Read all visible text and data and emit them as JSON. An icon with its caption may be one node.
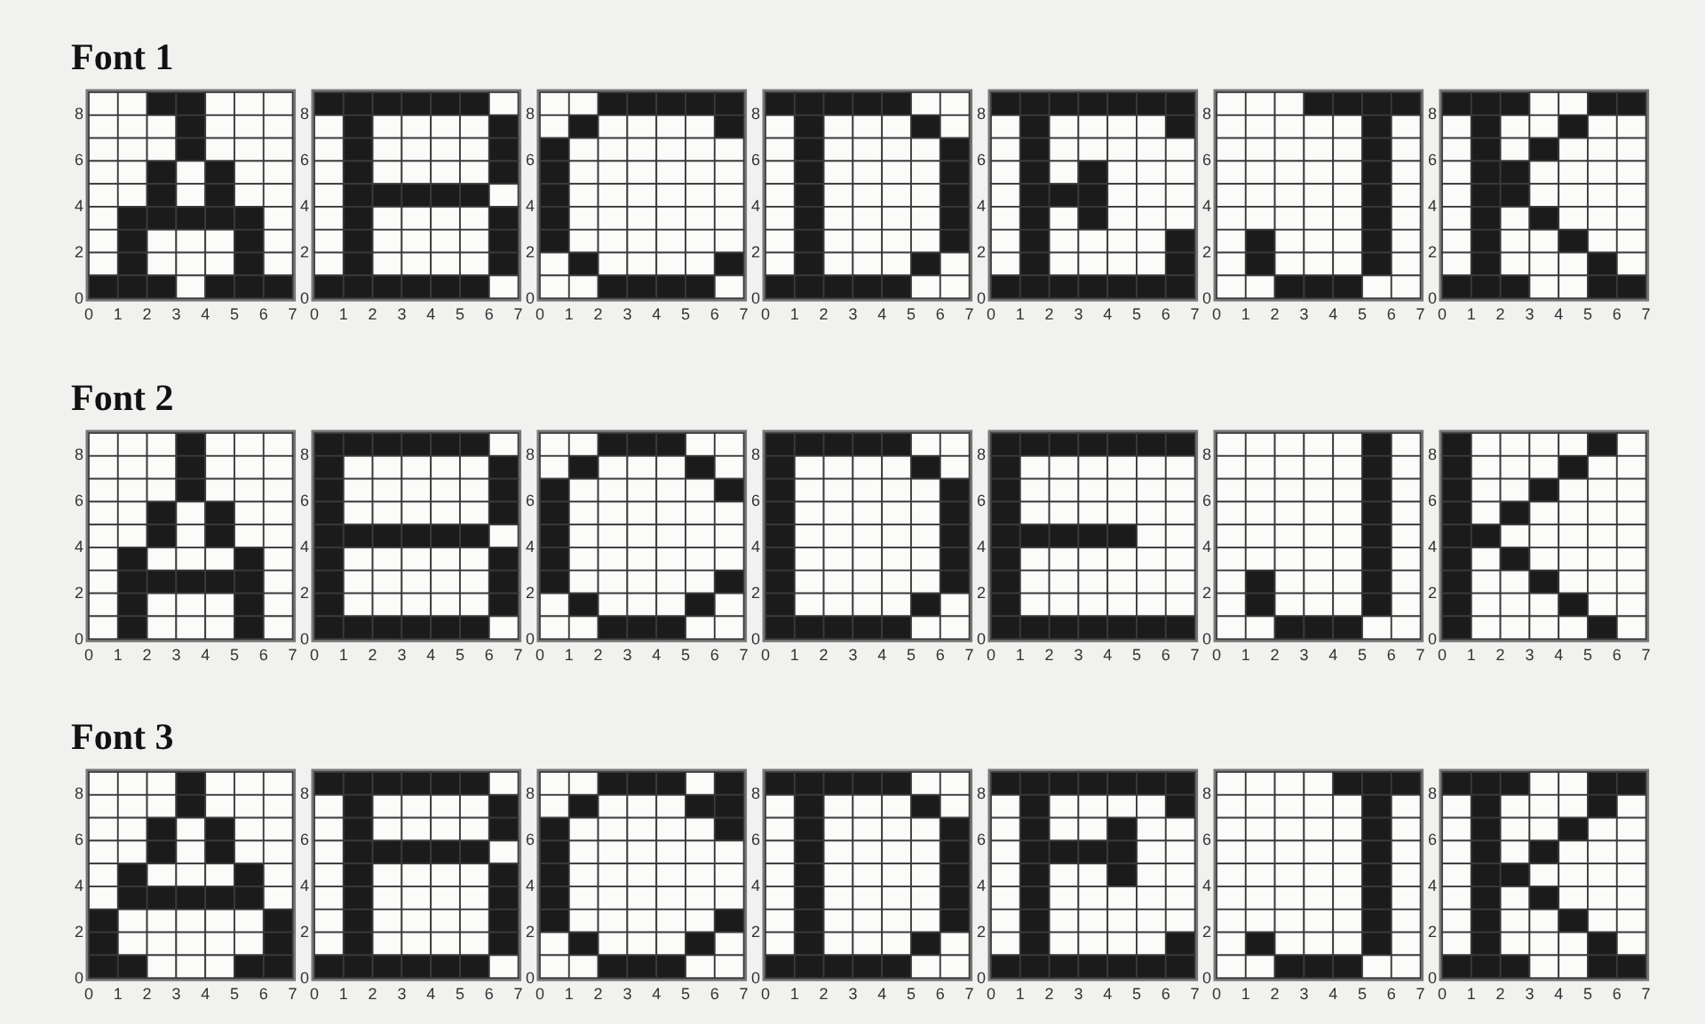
{
  "diagram": {
    "labels": [
      "Font 1",
      "8",
      "6",
      "4",
      "2",
      "0",
      "0",
      "1",
      "2",
      "3",
      "4",
      "5",
      "6",
      "7",
      "8",
      "6",
      "4",
      "2",
      "0",
      "0",
      "1",
      "2",
      "3",
      "4",
      "5",
      "6",
      "7",
      "8",
      "6",
      "4",
      "2",
      "0",
      "0",
      "1",
      "2",
      "3",
      "4",
      "5",
      "6",
      "7",
      "8",
      "6",
      "4",
      "2",
      "0",
      "0",
      "1",
      "2",
      "3",
      "4",
      "5",
      "6",
      "7",
      "8",
      "6",
      "4",
      "2",
      "0",
      "0",
      "1",
      "2",
      "3",
      "4",
      "5",
      "6",
      "7",
      "8",
      "6",
      "4",
      "2",
      "0",
      "0",
      "1",
      "2",
      "3",
      "4",
      "5",
      "6",
      "7",
      "8",
      "6",
      "4",
      "2",
      "0",
      "0",
      "1",
      "2",
      "3",
      "4",
      "5",
      "6",
      "7",
      "Font 2",
      "8",
      "6",
      "4",
      "2",
      "0",
      "0",
      "1",
      "2",
      "3",
      "4",
      "5",
      "6",
      "7",
      "8",
      "6",
      "4",
      "2",
      "0",
      "0",
      "1",
      "2",
      "3",
      "4",
      "5",
      "6",
      "7",
      "8",
      "6",
      "4",
      "2",
      "0",
      "0",
      "1",
      "2",
      "3",
      "4",
      "5",
      "6",
      "7",
      "8",
      "6",
      "4",
      "2",
      "0",
      "0",
      "1",
      "2",
      "3",
      "4",
      "5",
      "6",
      "7",
      "8",
      "6",
      "4",
      "2",
      "0",
      "0",
      "1",
      "2",
      "3",
      "4",
      "5",
      "6",
      "7",
      "8",
      "6",
      "4",
      "2",
      "0",
      "0",
      "1",
      "2",
      "3",
      "4",
      "5",
      "6",
      "7",
      "8",
      "6",
      "4",
      "2",
      "0",
      "0",
      "1",
      "2",
      "3",
      "4",
      "5",
      "6",
      "7",
      "Font 3",
      "8",
      "6",
      "4",
      "2",
      "0",
      "0",
      "1",
      "2",
      "3",
      "4",
      "5",
      "6",
      "7",
      "8",
      "6",
      "4",
      "2",
      "0",
      "0",
      "1",
      "2",
      "3",
      "4",
      "5",
      "6",
      "7",
      "8",
      "6",
      "4",
      "2",
      "0",
      "0",
      "1",
      "2",
      "3",
      "4",
      "5",
      "6",
      "7",
      "8",
      "6",
      "4",
      "2",
      "0",
      "0",
      "1",
      "2",
      "3",
      "4",
      "5",
      "6",
      "7",
      "8",
      "6",
      "4",
      "2",
      "0",
      "0",
      "1",
      "2",
      "3",
      "4",
      "5",
      "6",
      "7",
      "8",
      "6",
      "4",
      "2",
      "0",
      "0",
      "1",
      "2",
      "3",
      "4",
      "5",
      "6",
      "7",
      "8",
      "6",
      "4",
      "2",
      "0",
      "0",
      "1",
      "2",
      "3",
      "4",
      "5",
      "6",
      "7"
    ]
  }
}
